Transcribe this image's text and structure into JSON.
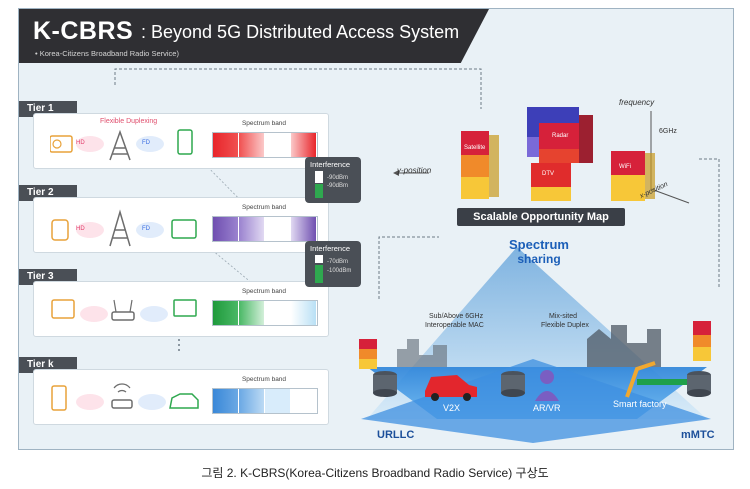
{
  "title": {
    "main": "K-CBRS",
    "rest": ": Beyond 5G Distributed Access System",
    "sub": "• Korea-Citizens Broadband Radio Service)"
  },
  "tiers": [
    {
      "label": "Tier 1",
      "flexible": "Flexible Duplexing",
      "spectrum": "Spectrum band",
      "colors": [
        "#e8252b",
        "#f06a6a",
        "#ffffff",
        "#e8252b"
      ]
    },
    {
      "label": "Tier 2",
      "spectrum": "Spectrum band",
      "colors": [
        "#6f4fb0",
        "#b9a6de",
        "#ffffff",
        "#6f4fb0"
      ]
    },
    {
      "label": "Tier 3",
      "spectrum": "Spectrum band",
      "colors": [
        "#1f9a3c",
        "#8fd19f",
        "#ffffff",
        "#9fd3f0"
      ]
    },
    {
      "label": "Tier k",
      "spectrum": "Spectrum band",
      "colors": [
        "#3a88d8",
        "#9cc8ef",
        "#d8ecfb",
        "#ffffff"
      ]
    }
  ],
  "link_labels": {
    "hd": "HD",
    "fd": "FD"
  },
  "interference": [
    {
      "title": "Interference",
      "v1": "-90dBm",
      "v2": "-90dBm"
    },
    {
      "title": "Interference",
      "v1": "-70dBm",
      "v2": "-100dBm"
    }
  ],
  "map": {
    "label": "Scalable Opportunity Map",
    "frequency": "frequency",
    "y_position": "y-position",
    "x_position": "x-position",
    "ghz": "6GHz",
    "blocks": {
      "satellite": "Satellite",
      "radar": "Radar",
      "dtv": "DTV",
      "wifi": "WiFi"
    }
  },
  "sharing": {
    "title_line1": "Spectrum",
    "title_line2": "sharing",
    "mac_line1": "Sub/Above 6GHz",
    "mac_line2": "Interoperable MAC",
    "duplex_line1": "Mix-sited",
    "duplex_line2": "Flexible Duplex",
    "v2x": "V2X",
    "arvr": "AR/VR",
    "factory": "Smart factory",
    "urllc": "URLLC",
    "mmtc": "mMTC"
  },
  "caption": "그림 2. K-CBRS(Korea-Citizens Broadband Radio Service) 구상도"
}
